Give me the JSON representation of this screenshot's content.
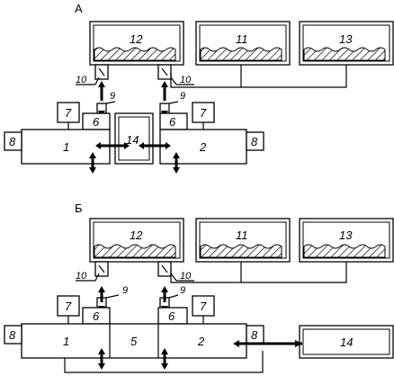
{
  "sections": {
    "A": {
      "title": "А",
      "tanks": {
        "t12": "12",
        "t11": "11",
        "t13": "13"
      },
      "units": {
        "u1": "1",
        "u2": "2",
        "u14": "14"
      },
      "small": {
        "s7": "7",
        "s6": "6",
        "s8": "8",
        "s9": "9",
        "s10": "10"
      }
    },
    "B": {
      "title": "Б",
      "tanks": {
        "t12": "12",
        "t11": "11",
        "t13": "13"
      },
      "units": {
        "u1": "1",
        "u5": "5",
        "u2": "2",
        "u14": "14"
      },
      "small": {
        "s7": "7",
        "s6": "6",
        "s8": "8",
        "s9": "9",
        "s10": "10"
      }
    }
  }
}
